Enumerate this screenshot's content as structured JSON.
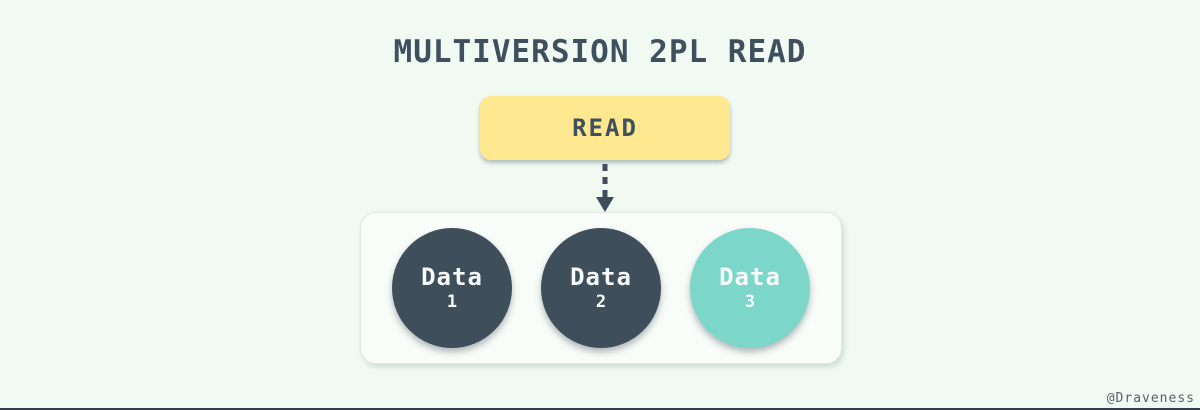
{
  "page": {
    "watermark": "@Draveness"
  },
  "diagram": {
    "title": "MULTIVERSION 2PL READ",
    "operation": {
      "label": "READ"
    },
    "arrow": {
      "direction": "down",
      "style": "dashed",
      "color": "#3e4e5c"
    },
    "store": {
      "items": [
        {
          "label": "Data",
          "version": "1",
          "color": "#3e4e5b",
          "text_color": "#f8fafb"
        },
        {
          "label": "Data",
          "version": "2",
          "color": "#3e4e5b",
          "text_color": "#f8fafb"
        },
        {
          "label": "Data",
          "version": "3",
          "color": "#7cd7ca",
          "text_color": "#ffffff"
        }
      ]
    },
    "colors": {
      "page_background": "#f0faf2",
      "container_background": "#f9fdf9",
      "container_border": "#e2e9e3",
      "operation_fill": "#ffe88f",
      "title_text": "#3e4f5e",
      "dark_circle": "#3e4e5b",
      "teal_circle": "#7cd7ca",
      "bottom_edge": "#313e4b",
      "watermark_text": "#55616b"
    }
  }
}
